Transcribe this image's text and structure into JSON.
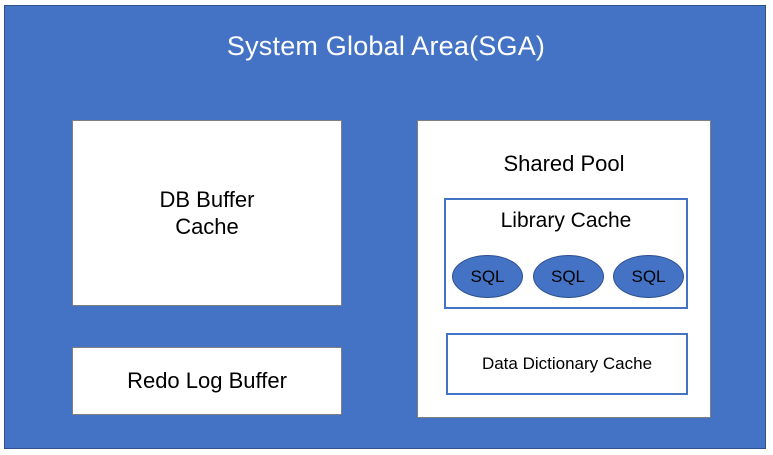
{
  "diagram": {
    "title": "System Global Area(SGA)",
    "colors": {
      "sga_background": "#4472C4",
      "sga_border": "#2F528F",
      "box_background": "#FFFFFF",
      "box_border": "#7F7F7F",
      "nested_box_border": "#4472C4",
      "sql_oval_fill": "#4472C4",
      "title_text": "#FFFFFF",
      "body_text": "#000000"
    },
    "left_column": {
      "db_buffer_cache": {
        "label": "DB Buffer\nCache",
        "label_flat": "DB Buffer Cache"
      },
      "redo_log_buffer": {
        "label": "Redo Log Buffer"
      }
    },
    "right_column": {
      "shared_pool": {
        "label": "Shared Pool",
        "library_cache": {
          "label": "Library Cache",
          "sql_items": [
            {
              "label": "SQL"
            },
            {
              "label": "SQL"
            },
            {
              "label": "SQL"
            }
          ]
        },
        "data_dictionary_cache": {
          "label": "Data Dictionary Cache"
        }
      }
    }
  }
}
